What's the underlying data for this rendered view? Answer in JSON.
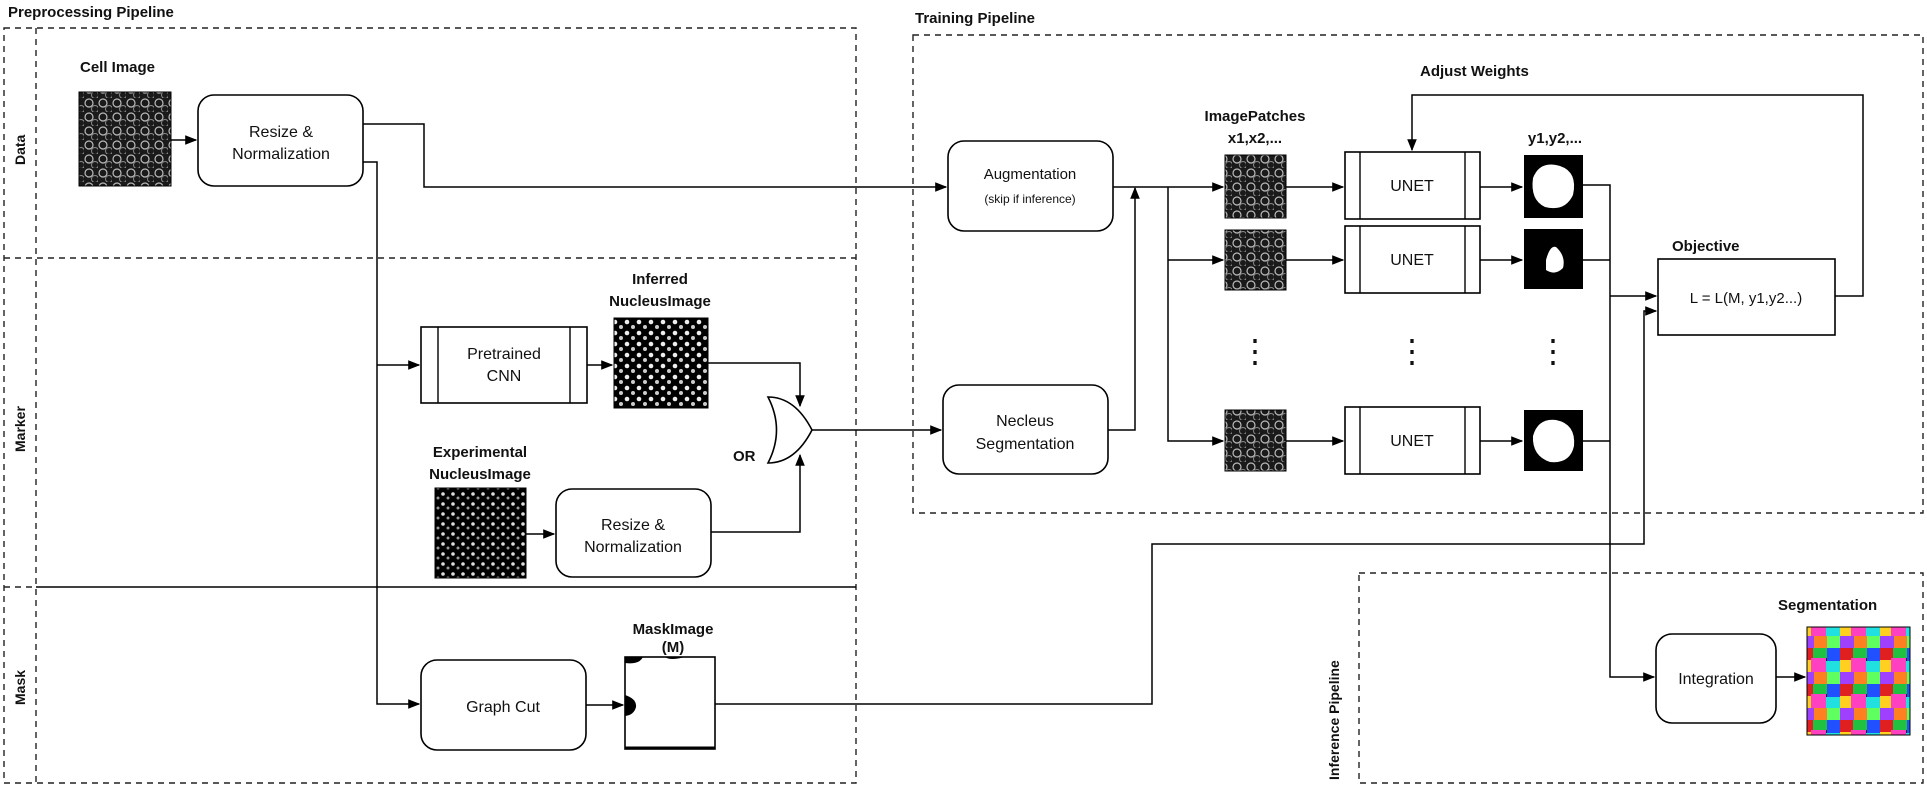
{
  "sections": {
    "preprocessing": "Preprocessing Pipeline",
    "training": "Training Pipeline",
    "inference": "Inference Pipeline"
  },
  "rows": {
    "data": "Data",
    "marker": "Marker",
    "mask": "Mask"
  },
  "nodes": {
    "cell_image": "Cell Image",
    "resize_norm_1": [
      "Resize &",
      "Normalization"
    ],
    "pretrained_cnn": [
      "Pretrained",
      "CNN"
    ],
    "inferred_nucleus": [
      "Inferred",
      "NucleusImage"
    ],
    "experimental_nucleus": [
      "Experimental",
      "NucleusImage"
    ],
    "resize_norm_2": [
      "Resize &",
      "Normalization"
    ],
    "or_gate": "OR",
    "graph_cut": "Graph Cut",
    "mask_image": [
      "MaskImage",
      "(M)"
    ],
    "augmentation": "Augmentation",
    "augmentation_note": "(skip if inference)",
    "nucleus_segmentation": [
      "Necleus",
      "Segmentation"
    ],
    "image_patches": [
      "ImagePatches",
      "x1,x2,..."
    ],
    "unet": "UNET",
    "outputs": "y1,y2,...",
    "adjust_weights": "Adjust Weights",
    "objective_title": "Objective",
    "objective_formula": "L = L(M, y1,y2...)",
    "integration": "Integration",
    "segmentation": "Segmentation"
  },
  "ellipsis": "⋮"
}
